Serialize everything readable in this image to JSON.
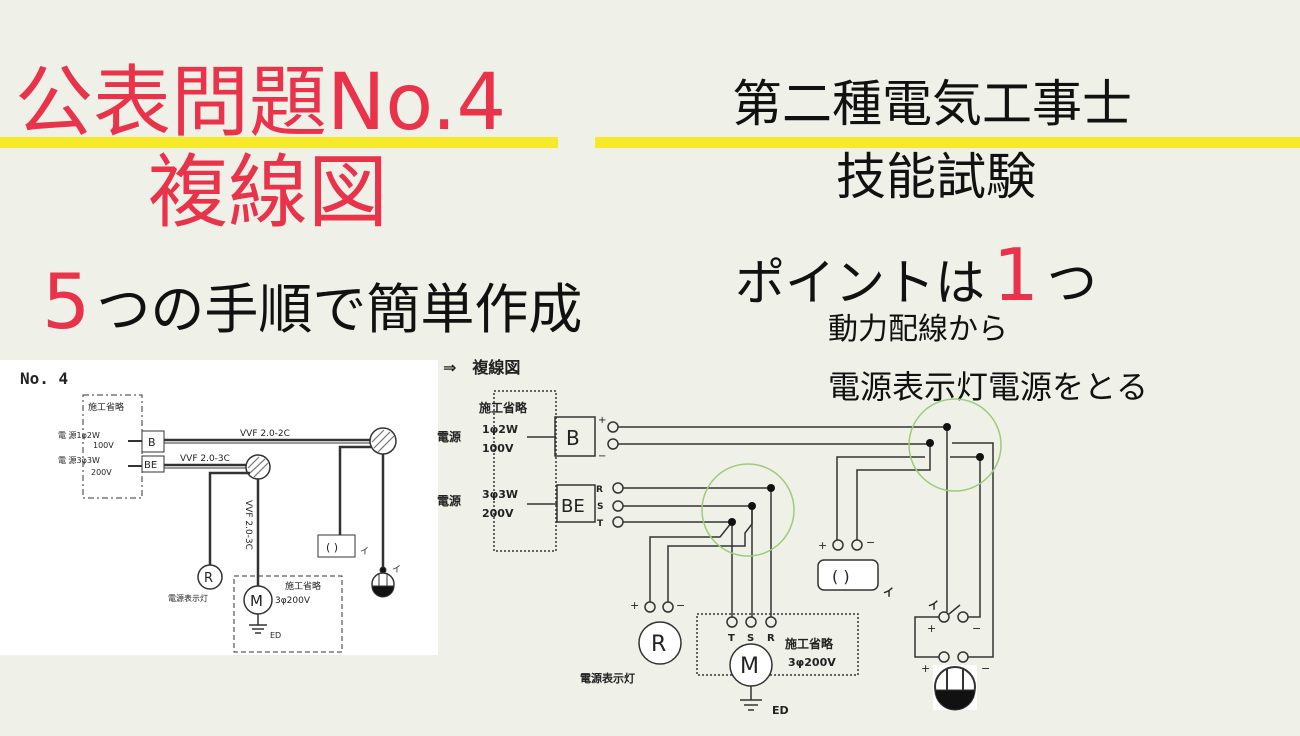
{
  "title": {
    "line1": "公表問題No.4",
    "line2": "複線図",
    "steps_number": "5",
    "steps_text": "つの手順で簡単作成"
  },
  "exam": {
    "line1": "第二種電気工事士",
    "line2": "技能試験"
  },
  "point": {
    "prefix": "ポイントは",
    "number": "1",
    "suffix": "つ",
    "detail1": "動力配線から",
    "detail2": "電源表示灯電源をとる"
  },
  "colors": {
    "accent_red": "#e8334a",
    "highlight_yellow": "#f6e92a",
    "circle_green": "#9ccc7a",
    "background": "#eff0e8"
  },
  "single_line": {
    "no": "No. 4",
    "omit": "施工省略",
    "src1": "電 源1φ2W",
    "src1_v": "100V",
    "src2": "電 源3φ3W",
    "src2_v": "200V",
    "b": "B",
    "be": "BE",
    "cable1": "VVF 2.0-2C",
    "cable2": "VVF 2.0-3C",
    "cable3": "VVF 2.0-3C",
    "lamp_r": "R",
    "lamp_r_label": "電源表示灯",
    "motor": "M",
    "motor_omit": "施工省略",
    "motor_spec": "3φ200V",
    "ground": "ED",
    "pilot": "( )",
    "i1": "イ",
    "i2": "イ"
  },
  "double_line": {
    "heading": "⇒　複線図",
    "omit": "施工省略",
    "src_label": "電源",
    "src1": "1φ2W",
    "src1_v": "100V",
    "src2": "3φ3W",
    "src2_v": "200V",
    "b": "B",
    "be": "BE",
    "plus": "+",
    "minus": "−",
    "r": "R",
    "s": "S",
    "t": "T",
    "lamp_r": "R",
    "lamp_r_label": "電源表示灯",
    "motor": "M",
    "motor_omit": "施工省略",
    "motor_spec": "3φ200V",
    "ground": "ED",
    "pilot": "(   )",
    "i": "イ"
  }
}
